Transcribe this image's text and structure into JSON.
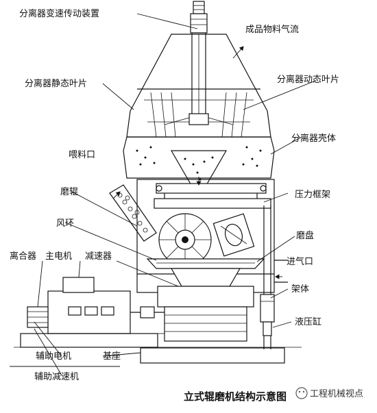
{
  "labels": {
    "separator_drive": "分离器变速传动装置",
    "product_airflow": "成品物料气流",
    "separator_static_blades": "分离器静态叶片",
    "separator_dynamic_blades": "分离器动态叶片",
    "separator_shell": "分离器壳体",
    "feed_inlet": "喂料口",
    "pressure_frame": "压力框架",
    "grinding_roller": "磨辊",
    "wind_ring": "风环",
    "grinding_disc": "磨盘",
    "clutch": "离合器",
    "main_motor": "主电机",
    "reducer": "减速器",
    "air_inlet": "进气口",
    "frame": "架体",
    "hydraulic_cylinder": "液压缸",
    "aux_motor": "辅助电机",
    "base": "基座",
    "aux_reducer": "辅助减速机"
  },
  "caption": "立式辊磨机结构示意图",
  "watermark": "工程机械视点"
}
